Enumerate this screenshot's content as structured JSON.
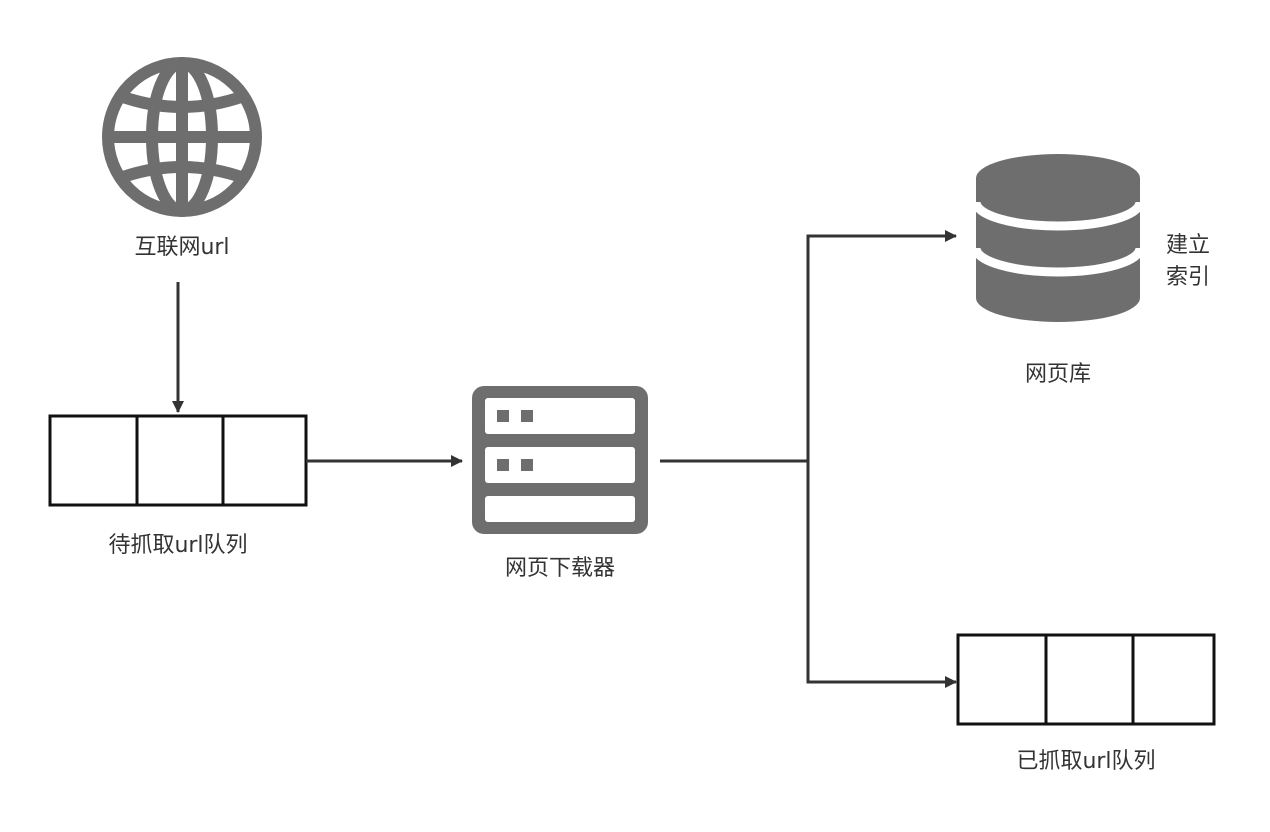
{
  "nodes": {
    "internet": {
      "label": "互联网url",
      "icon": "globe-icon"
    },
    "pending_queue": {
      "label": "待抓取url队列",
      "icon": "queue-icon"
    },
    "downloader": {
      "label": "网页下载器",
      "icon": "server-icon"
    },
    "page_db": {
      "label": "网页库",
      "icon": "database-icon"
    },
    "index_note": {
      "line1": "建立",
      "line2": "索引"
    },
    "crawled_queue": {
      "label": "已抓取url队列",
      "icon": "queue-icon"
    }
  },
  "colors": {
    "icon": "#6e6e6e",
    "line": "#333333",
    "text": "#333333",
    "background": "#ffffff"
  }
}
